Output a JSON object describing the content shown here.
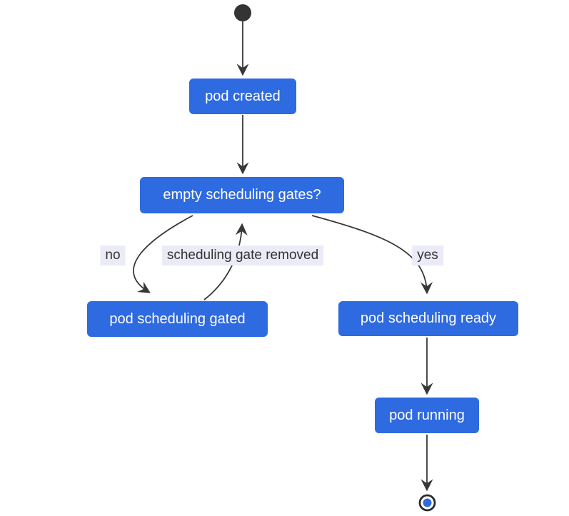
{
  "diagram": {
    "type": "state-flowchart",
    "nodes": [
      {
        "id": "pod_created",
        "label": "pod created"
      },
      {
        "id": "empty_scheduling_gates",
        "label": "empty scheduling gates?"
      },
      {
        "id": "pod_scheduling_gated",
        "label": "pod scheduling gated"
      },
      {
        "id": "pod_scheduling_ready",
        "label": "pod scheduling ready"
      },
      {
        "id": "pod_running",
        "label": "pod running"
      }
    ],
    "edges": [
      {
        "from": "start",
        "to": "pod created",
        "label": ""
      },
      {
        "from": "pod created",
        "to": "empty scheduling gates?",
        "label": ""
      },
      {
        "from": "empty scheduling gates?",
        "to": "pod scheduling gated",
        "label": "no"
      },
      {
        "from": "pod scheduling gated",
        "to": "empty scheduling gates?",
        "label": "scheduling gate removed"
      },
      {
        "from": "empty scheduling gates?",
        "to": "pod scheduling ready",
        "label": "yes"
      },
      {
        "from": "pod scheduling ready",
        "to": "pod running",
        "label": ""
      },
      {
        "from": "pod running",
        "to": "end",
        "label": ""
      }
    ],
    "colors": {
      "node_fill": "#2e6ae0",
      "node_text": "#ffffff",
      "arrow": "#383838",
      "edge_label_bg": "#eaebf6",
      "edge_label_text": "#333333",
      "start_node_fill": "#343434",
      "end_node_ring": "#2b2b2b",
      "end_node_dot": "#2e6ae0"
    }
  }
}
